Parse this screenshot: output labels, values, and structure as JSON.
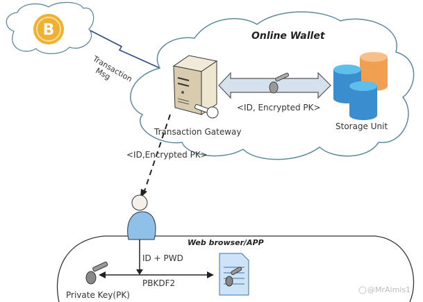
{
  "labels": {
    "online_wallet": "Online Wallet",
    "transaction_msg_line1": "Transaction",
    "transaction_msg_line2": "Msg",
    "gateway_storage_msg": "<ID, Encrypted PK>",
    "transaction_gateway": "Transaction Gateway",
    "storage_unit": "Storage Unit",
    "gateway_user_msg": "<ID,Encrypted PK>",
    "web_browser_app": "Web browser/APP",
    "id_pwd": "ID + PWD",
    "pbkdf2": "PBKDF2",
    "private_key": "Private Key(PK)"
  },
  "watermark": "@MrAlmis1",
  "colors": {
    "cloud_stroke": "#5b8a9a",
    "bitcoin": "#f0b030",
    "double_arrow_fill": "#d5e2ee",
    "db_blue": "#3a8ed0",
    "db_orange": "#f0a050",
    "user_body": "#8ec0e8"
  }
}
